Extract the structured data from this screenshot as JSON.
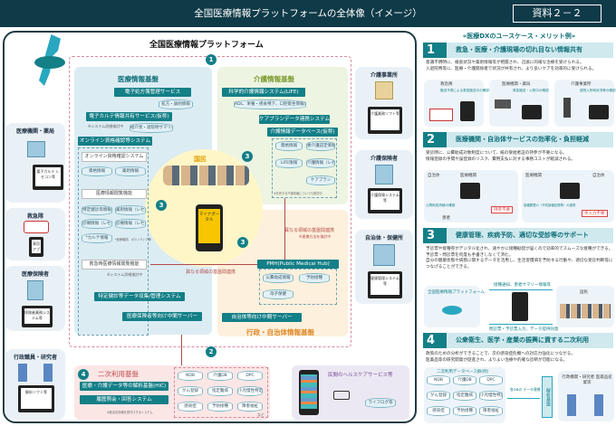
{
  "header": {
    "title": "全国医療情報プラットフォームの全体像（イメージ）",
    "badge": "資料２－２"
  },
  "platform": {
    "title": "全国医療情報プラットフォーム",
    "medical": {
      "title": "医療情報基盤",
      "eprescription": "電子処方箋管理サービス",
      "eprescription_db": "処方・調剤情報",
      "ekarte": "電子カルテ情報共有サービス(仮称)",
      "ekarte_note": "※システム詳細検討中",
      "ekarte_db": "紹介状・退院時サマリ等",
      "online": "オンライン資格確認等システム",
      "online_sub": "オンライン資格確認システム",
      "online_dbs": [
        "資格情報",
        "薬剤情報"
      ],
      "viewer": "医療情報閲覧機能",
      "viewer_dbs": [
        "特定健診等情報",
        "薬剤情報（レセプト）",
        "診療情報（レセプト）",
        "診療情報（レセプト）",
        "*カルテ情報"
      ],
      "viewer_note": "*医療機関、ボランティア等",
      "emergency": "救急時医療情報閲覧機能",
      "emergency_note": "※システム詳細検討中",
      "checkup": "特定健診等データ収集/管理システム",
      "insurer_server": "医療保険者等向け中間サーバー"
    },
    "care": {
      "title": "介護情報基盤",
      "life": "科学的介護情報システム(LIFE)",
      "life_db": "ADL、栄養・摂食嚥下、口腔衛生情報等",
      "careplan": "ケアプランデータ連携システム",
      "caredb": "介護情報データベース(仮称)",
      "caredb_items": [
        "資格情報",
        "要介護認定情報",
        "LIFE情報",
        "介護情報（レセプト）",
        "ケアプラン"
      ],
      "caredb_note": "※共有する介護情報についても検討中"
    },
    "gov": {
      "title": "行政・自治体情報基盤",
      "pmh": "PMH(Public Medical Hub)",
      "pmh_dbs": [
        "公費助成情報",
        "予防接種",
        "母子保健"
      ],
      "link": "異なる領域の基盤間連携",
      "link_note": "※連携方法を検討中",
      "link2": "異なる領域の基盤間連携",
      "server": "自治体等向け中間サーバー"
    },
    "citizen": {
      "label": "国民",
      "portal": "マイナポータル"
    },
    "secondary": {
      "title": "二次利用基盤",
      "hic": "医療・介護データ等の解析基盤(HIC)",
      "reply": "履歴照会・回答システム",
      "note": "※匿名化情報を受付けするシステム",
      "dbs": [
        "NDB",
        "介護DB",
        "DPC",
        "がん登録",
        "指定難病",
        "小児慢性特定疾病",
        "感染症",
        "予防接種",
        "障害福祉"
      ],
      "more": "など"
    },
    "private": {
      "title": "民間のヘルスケアサービス等",
      "db": "ライフログ等"
    },
    "left": [
      {
        "label": "医療機関・薬局",
        "pc": "電子カルテ レセコン等"
      },
      {
        "label": "救急隊",
        "pc": "専用アプリ"
      },
      {
        "label": "医療保険者",
        "pc": "保険者業務システム等"
      },
      {
        "label": "行政職員・研究者",
        "pc": "解析ソフト等"
      }
    ],
    "right": [
      {
        "label": "介護事業所",
        "pc": "介護業務ソフト等"
      },
      {
        "label": "介護保険者",
        "pc": "介護保険システム等"
      },
      {
        "label": "自治体・保健所",
        "pc": "健康管理システム等"
      }
    ],
    "nums": [
      "1",
      "2",
      "3",
      "3",
      "3",
      "4"
    ]
  },
  "usecases": {
    "title": "«医療DXのユースケース・メリット例»",
    "items": [
      {
        "num": "1",
        "title": "救急・医療・介護現場の切れ目ない情報共有",
        "bullets": [
          "意識不明時に、検査状況や薬剤情報等が把握され、迅速に的確な治療を受けられる。",
          "入退院時等に、医療・介護関係者で状況が共有され、より良いケアを効率的に受けられる。"
        ],
        "panes": [
          {
            "title": "救急隊",
            "note": "搬送予測による救急搬送中の確認"
          },
          {
            "title": "医療機関・薬局",
            "note": "救急搬送・入院中の確認"
          },
          {
            "title": "介護事業所",
            "note": "退院入所時状況等の確認"
          }
        ]
      },
      {
        "num": "2",
        "title": "医療機関・自治体サービスの効率化・負担軽減",
        "bullets": [
          "受診時に、公費助成対象制度について、紙の受給者証の持参が不要になる。",
          "情報登録の手間や誤登録のリスク、費用支払に対する事務コストが軽減される。"
        ],
        "panes": [
          {
            "title": "自治体",
            "title2": "医療機関",
            "note": "公費助成資格の確認",
            "tag": "持参不要",
            "person": "患者"
          },
          {
            "title": "医療機関",
            "title2": "自治体",
            "note": "接種履歴の（予防接種記録等）の連携",
            "tag": "手入力不要"
          }
        ]
      },
      {
        "num": "3",
        "title": "健康管理、疾病予防、適切な受診等のサポート",
        "bullets": [
          "予診票や接種券がデジタル化され、速やかに接種勧奨が届くので効率的でスムーズな接種ができる。予診票・問診票を何度も手書きしなくて済む。",
          "自分の健康状態や病態に関するデータを活用し、生活習慣病を予防する行動や、適切な受診判断等につなげることができる。"
        ],
        "left": "全国医療情報プラットフォーム",
        "top_arrow": "接種通知、患者サマリー情報等",
        "bottom_arrow": "問診票・予診票入力、データ提供同意",
        "right": "国民"
      },
      {
        "num": "4",
        "title": "公衆衛生、医学・産業の振興に資する二次利用",
        "bullets": [
          "政策のための分析ができることで、次の感染症危機への対応力強化につながる。",
          "医薬品等の研究開発が促進され、よりよい治療や的確な診断が可能になる。"
        ],
        "db_title": "二次利用データベース群(例)",
        "dbs": [
          "NDB",
          "介護DB",
          "DPC",
          "がん登録",
          "指定難病",
          "小児慢性特定疾病",
          "感染症",
          "予防接種",
          "障害福祉"
        ],
        "arrow": "各DBの データ連携",
        "base": "解析基盤",
        "users": "行政機関・研究者 医薬品産業等"
      }
    ]
  },
  "colors": {
    "header": "#0f3a48",
    "teal": "#137f87",
    "medical_zone": "#dcecf3",
    "care_zone": "#edf4e2",
    "gov_zone": "#fdf0dc",
    "secondary_zone": "#fbe6e6",
    "citizen": "#fff6c8"
  }
}
